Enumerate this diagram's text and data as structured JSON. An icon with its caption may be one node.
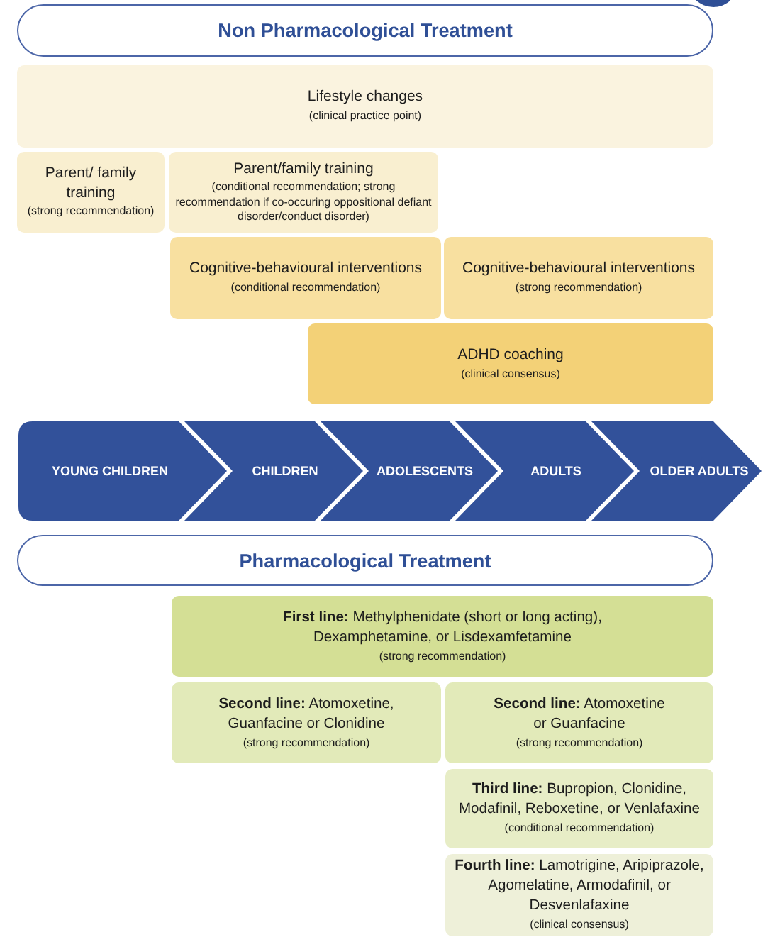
{
  "diagram": {
    "nodes": [
      {
        "text": [
          "Non Pharmacological Treatment"
        ]
      },
      {
        "text": [
          "Lifestyle changes",
          "(clinical practice point)"
        ]
      },
      {
        "text": [
          "Parent/ family training",
          "(strong recommendation)"
        ]
      },
      {
        "text": [
          "Parent/family training",
          "(conditional recommendation; strong recommendation if co-occuring oppositional defiant disorder/conduct disorder)"
        ]
      },
      {
        "text": [
          "Cognitive-behavioural interventions",
          "(conditional recommendation)"
        ]
      },
      {
        "text": [
          "Cognitive-behavioural interventions",
          "(strong recommendation)"
        ]
      },
      {
        "text": [
          "ADHD coaching",
          "(clinical consensus)"
        ]
      },
      {
        "text": [
          "YOUNG CHILDREN"
        ]
      },
      {
        "text": [
          "CHILDREN"
        ]
      },
      {
        "text": [
          "ADOLESCENTS"
        ]
      },
      {
        "text": [
          "ADULTS"
        ]
      },
      {
        "text": [
          "OLDER ADULTS"
        ]
      },
      {
        "text": [
          "Pharmacological Treatment"
        ]
      },
      {
        "text": [
          "**First line:** Methylphenidate (short or long acting), Dexamphetamine, or Lisdexamfetamine",
          "(strong recommendation)"
        ]
      },
      {
        "text": [
          "**Second line:** Atomoxetine, Guanfacine or Clonidine",
          "(strong recommendation)"
        ]
      },
      {
        "text": [
          "**Second line:** Atomoxetine or Guanfacine",
          "(strong recommendation)"
        ]
      },
      {
        "text": [
          "**Third line:** Bupropion, Clonidine, Modafinil, Reboxetine, or Venlafaxine",
          "(conditional recommendation)"
        ]
      },
      {
        "text": [
          "**Fourth line:** Lamotrigine, Aripiprazole, Agomelatine, Armodafinil, or Desvenlafaxine",
          "(clinical consensus)"
        ]
      }
    ]
  }
}
